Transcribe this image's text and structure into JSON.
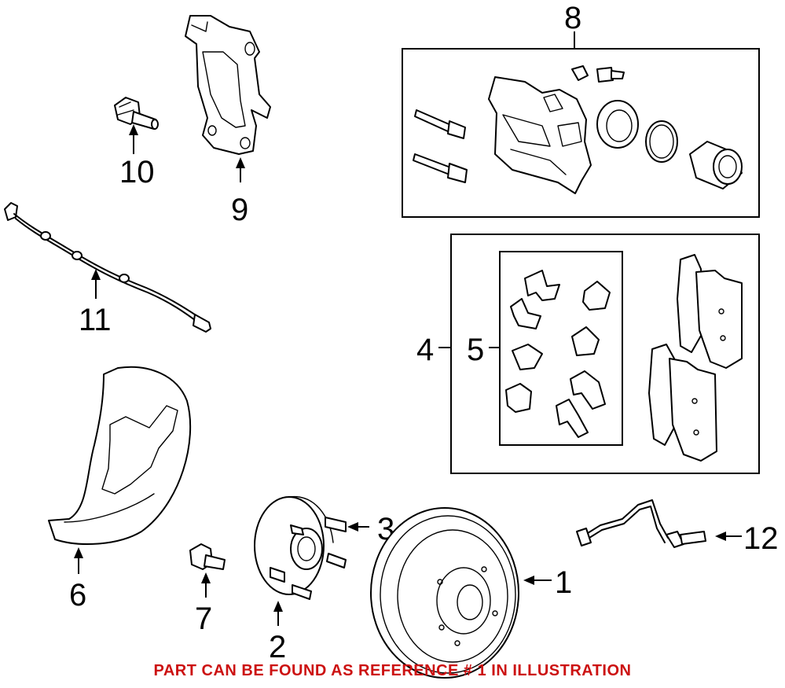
{
  "callouts": {
    "c1": "1",
    "c2": "2",
    "c3": "3",
    "c4": "4",
    "c5": "5",
    "c6": "6",
    "c7": "7",
    "c8": "8",
    "c9": "9",
    "c10": "10",
    "c11": "11",
    "c12": "12"
  },
  "footer": {
    "note": "PART CAN BE FOUND AS REFERENCE # 1 IN ILLUSTRATION",
    "color": "#cc1111"
  }
}
